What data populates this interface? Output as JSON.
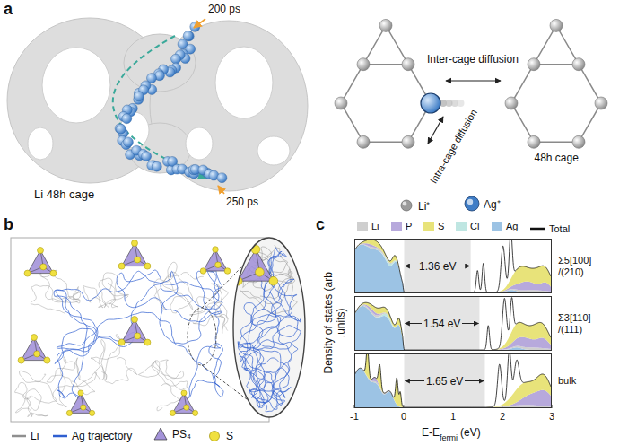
{
  "diagram": {
    "nodes": [
      {
        "text": [
          "1.36 eV",
          "Σ5[100] /(210)"
        ]
      },
      {
        "text": [
          "1.54 eV",
          "Σ3[110] /(111)"
        ]
      },
      {
        "text": [
          "1.65 eV",
          "bulk"
        ]
      }
    ],
    "labels": [
      "a",
      "200 ps",
      "250 ps",
      "Li 48h cage",
      "Inter-cage diffusion",
      "Intra-cage diffusion",
      "48h cage",
      "b",
      "c",
      "Density of states (arb .units)",
      "-1",
      "0",
      "1",
      "2",
      "3",
      "E-E",
      "fermi",
      "(eV)"
    ],
    "legend": [
      {
        "text": "Li⁺"
      },
      {
        "text": "Ag⁺"
      },
      {
        "text": "Li"
      },
      {
        "text": "Ag trajectory"
      },
      {
        "text": "PS₄"
      },
      {
        "text": "S"
      },
      {
        "text": "Li",
        "color": "#cfcfcf"
      },
      {
        "text": "P",
        "color": "#b7a9dc"
      },
      {
        "text": "S",
        "color": "#e8e37a"
      },
      {
        "text": "Cl",
        "color": "#bfe6e2"
      },
      {
        "text": "Ag",
        "color": "#9cc3e4"
      },
      {
        "text": "Total"
      }
    ]
  }
}
